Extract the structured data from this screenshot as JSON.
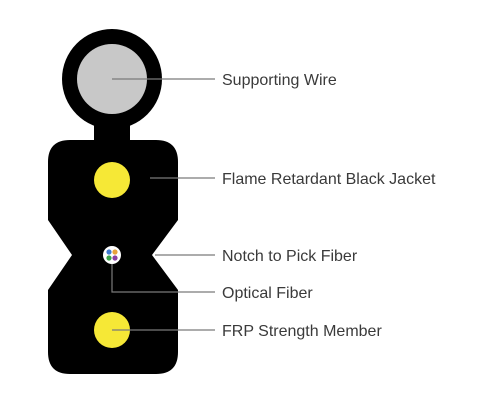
{
  "colors": {
    "background": "#ffffff",
    "jacket": "#000000",
    "supporting_wire": "#c8c8c8",
    "frp_member": "#f6e836",
    "leader_line": "#7a7a7a",
    "label_text": "#3a3a3a",
    "fiber_colors": [
      "#3f7ad0",
      "#e8a23c",
      "#3aa24a",
      "#8b3fa2"
    ]
  },
  "diagram": {
    "labels": {
      "supporting_wire": "Supporting Wire",
      "jacket": "Flame Retardant Black Jacket",
      "notch": "Notch to Pick Fiber",
      "optical_fiber": "Optical Fiber",
      "frp_member": "FRP Strength Member"
    }
  }
}
